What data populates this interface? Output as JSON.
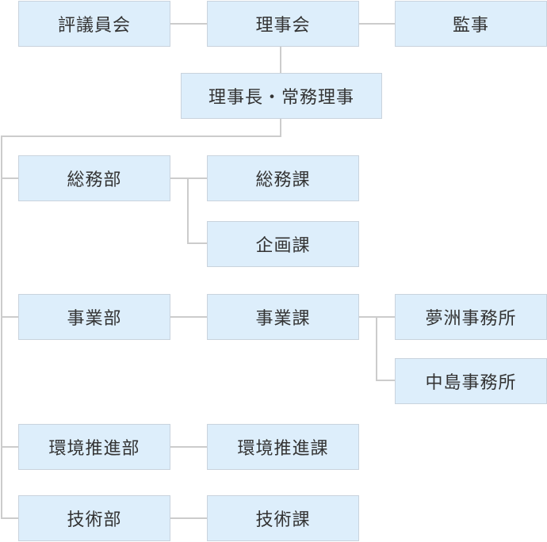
{
  "org_chart": {
    "top": {
      "council": "評議員会",
      "board": "理事会",
      "auditor": "監事"
    },
    "executives": "理事長・常務理事",
    "departments": [
      {
        "name": "総務部",
        "sections": [
          "総務課",
          "企画課"
        ]
      },
      {
        "name": "事業部",
        "sections": [
          "事業課"
        ],
        "offices": [
          "夢洲事務所",
          "中島事務所"
        ]
      },
      {
        "name": "環境推進部",
        "sections": [
          "環境推進課"
        ]
      },
      {
        "name": "技術部",
        "sections": [
          "技術課"
        ]
      }
    ]
  }
}
